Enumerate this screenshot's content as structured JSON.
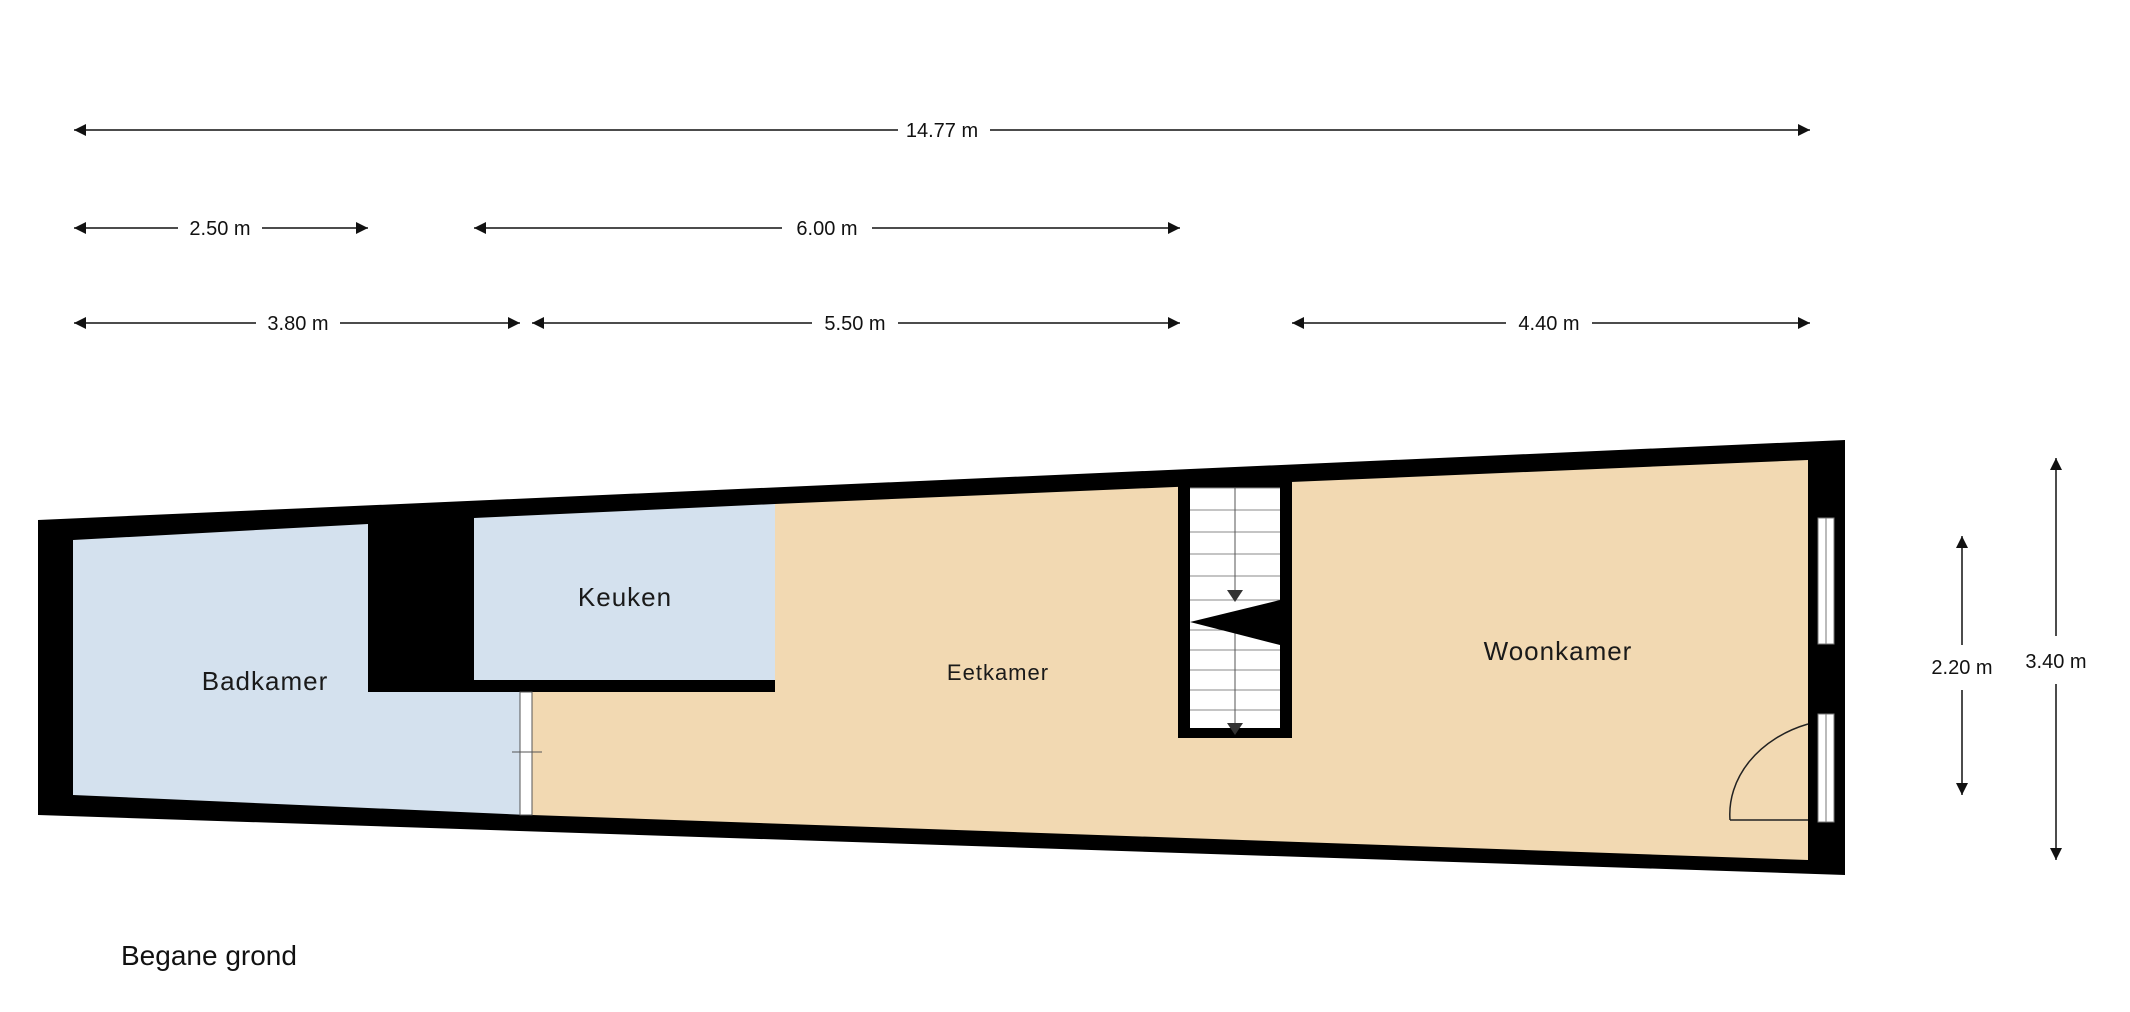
{
  "floor_name": "Begane grond",
  "rooms": {
    "badkamer": "Badkamer",
    "keuken": "Keuken",
    "eetkamer": "Eetkamer",
    "woonkamer": "Woonkamer"
  },
  "dimensions": {
    "total_length": "14.77 m",
    "kitchen_span": "2.50 m",
    "middle_span": "6.00 m",
    "bath_span": "3.80 m",
    "dining_span": "5.50 m",
    "living_span": "4.40 m",
    "inner_width": "2.20 m",
    "outer_width": "3.40 m"
  },
  "colors": {
    "wall": "#000000",
    "wet_room": "#d4e1ee",
    "living_floor": "#f2d9b2",
    "dimension_line": "#111111"
  }
}
